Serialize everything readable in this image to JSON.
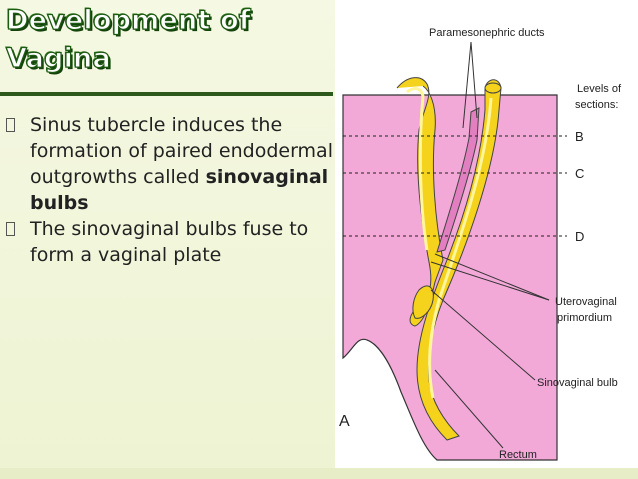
{
  "slide": {
    "title_line1": "Development of",
    "title_line2": "Vagina",
    "bullets": [
      {
        "text_before": "Sinus tubercle induces the formation of paired endodermal outgrowths called ",
        "text_bold": "sinovaginal bulbs",
        "text_after": ""
      },
      {
        "text_before": "The sinovaginal bulbs fuse to form a vaginal plate",
        "text_bold": "",
        "text_after": ""
      }
    ]
  },
  "diagram": {
    "labels": {
      "paramesonephric": "Paramesonephric ducts",
      "levels_line1": "Levels of",
      "levels_line2": "sections:",
      "level_b": "B",
      "level_c": "C",
      "level_d": "D",
      "uterovaginal_line1": "Uterovaginal",
      "uterovaginal_line2": "primordium",
      "sinovaginal": "Sinovaginal bulb",
      "rectum": "Rectum",
      "panel_letter": "A"
    },
    "colors": {
      "tissue": "#f2a9d8",
      "tissue_outline": "#333333",
      "duct_yellow": "#f5d21c",
      "duct_highlight": "#fff59a",
      "duct_pink": "#e27fc0"
    }
  }
}
